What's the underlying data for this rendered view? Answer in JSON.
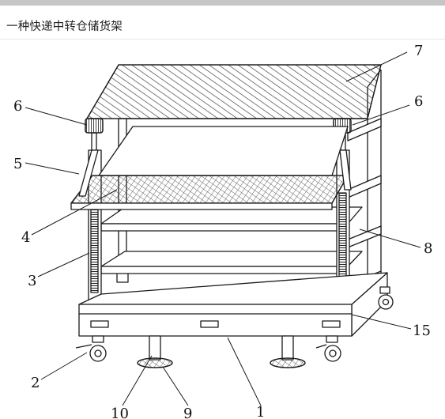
{
  "page": {
    "title": "一种快递中转仓储货架"
  },
  "callouts": [
    {
      "id": "lbl-1",
      "text": "1"
    },
    {
      "id": "lbl-2",
      "text": "2"
    },
    {
      "id": "lbl-3",
      "text": "3"
    },
    {
      "id": "lbl-4",
      "text": "4"
    },
    {
      "id": "lbl-5",
      "text": "5"
    },
    {
      "id": "lbl-6a",
      "text": "6"
    },
    {
      "id": "lbl-6b",
      "text": "6"
    },
    {
      "id": "lbl-7",
      "text": "7"
    },
    {
      "id": "lbl-8",
      "text": "8"
    },
    {
      "id": "lbl-9",
      "text": "9"
    },
    {
      "id": "lbl-10",
      "text": "10"
    },
    {
      "id": "lbl-15",
      "text": "15"
    }
  ],
  "colors": {
    "line": "#1a1a1a",
    "hatch": "#444444",
    "bar": "#c6c6c6"
  }
}
